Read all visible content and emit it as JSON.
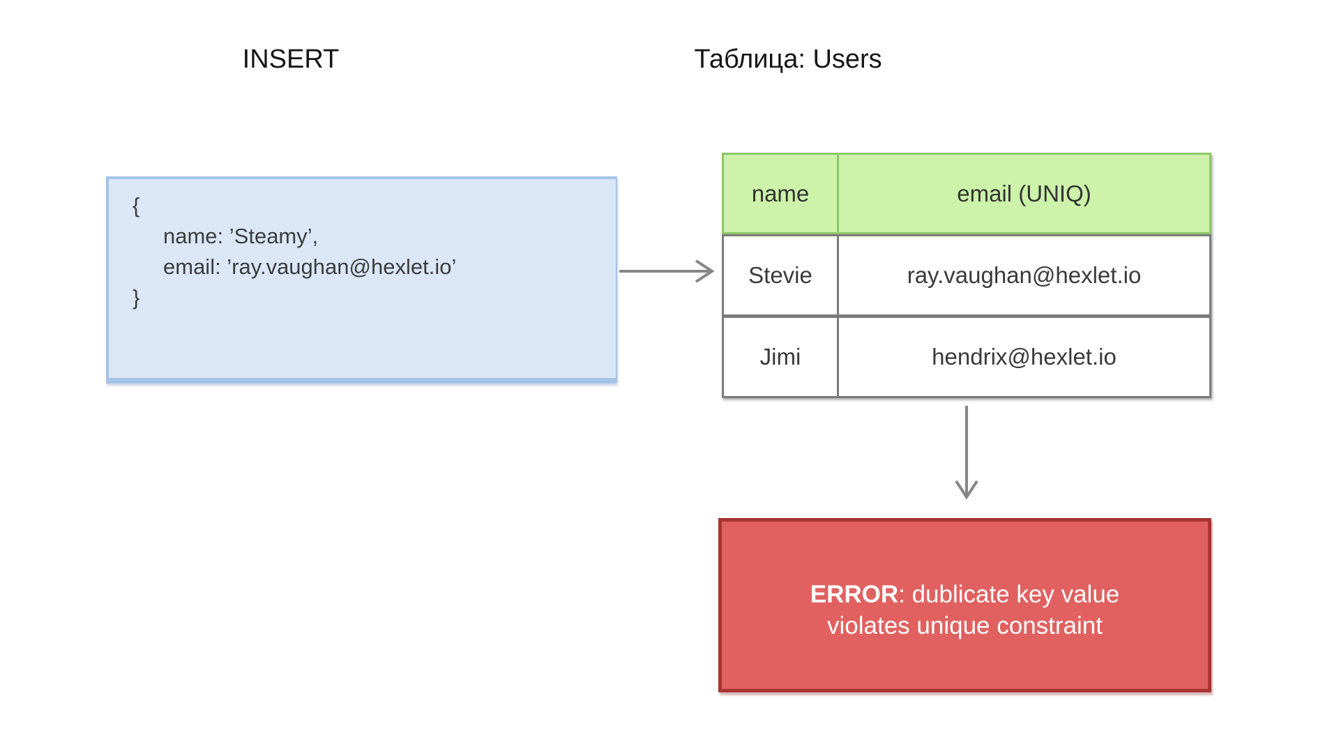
{
  "left_panel": {
    "title": "INSERT",
    "code_box": {
      "open_brace": "{",
      "name_line": "name: ’Steamy’,",
      "email_line": "email: ’ray.vaughan@hexlet.io’",
      "close_brace": "}"
    }
  },
  "right_panel": {
    "title": "Таблица: Users",
    "table": {
      "columns": [
        "name",
        "email (UNIQ)"
      ],
      "rows": [
        {
          "name": "Stevie",
          "email": "ray.vaughan@hexlet.io"
        },
        {
          "name": "Jimi",
          "email": "hendrix@hexlet.io"
        }
      ]
    }
  },
  "error_box": {
    "label": "ERROR",
    "line1_rest": ": dublicate key value",
    "line2": "violates unique constraint",
    "full_message": "ERROR: dublicate key value violates unique constraint"
  },
  "icons": {
    "insert_to_table": "arrow-right-icon",
    "table_to_error": "arrow-down-icon"
  },
  "colors": {
    "insert_box_bg": "#dbe7f7",
    "insert_box_border": "#a5c3e8",
    "table_header_bg": "#ccf3a9",
    "table_header_border": "#8cc767",
    "table_row_border": "#7b7b7b",
    "error_box_bg": "#e06160",
    "error_box_border": "#a93434",
    "error_text": "#ffffff",
    "arrow": "#868686"
  }
}
